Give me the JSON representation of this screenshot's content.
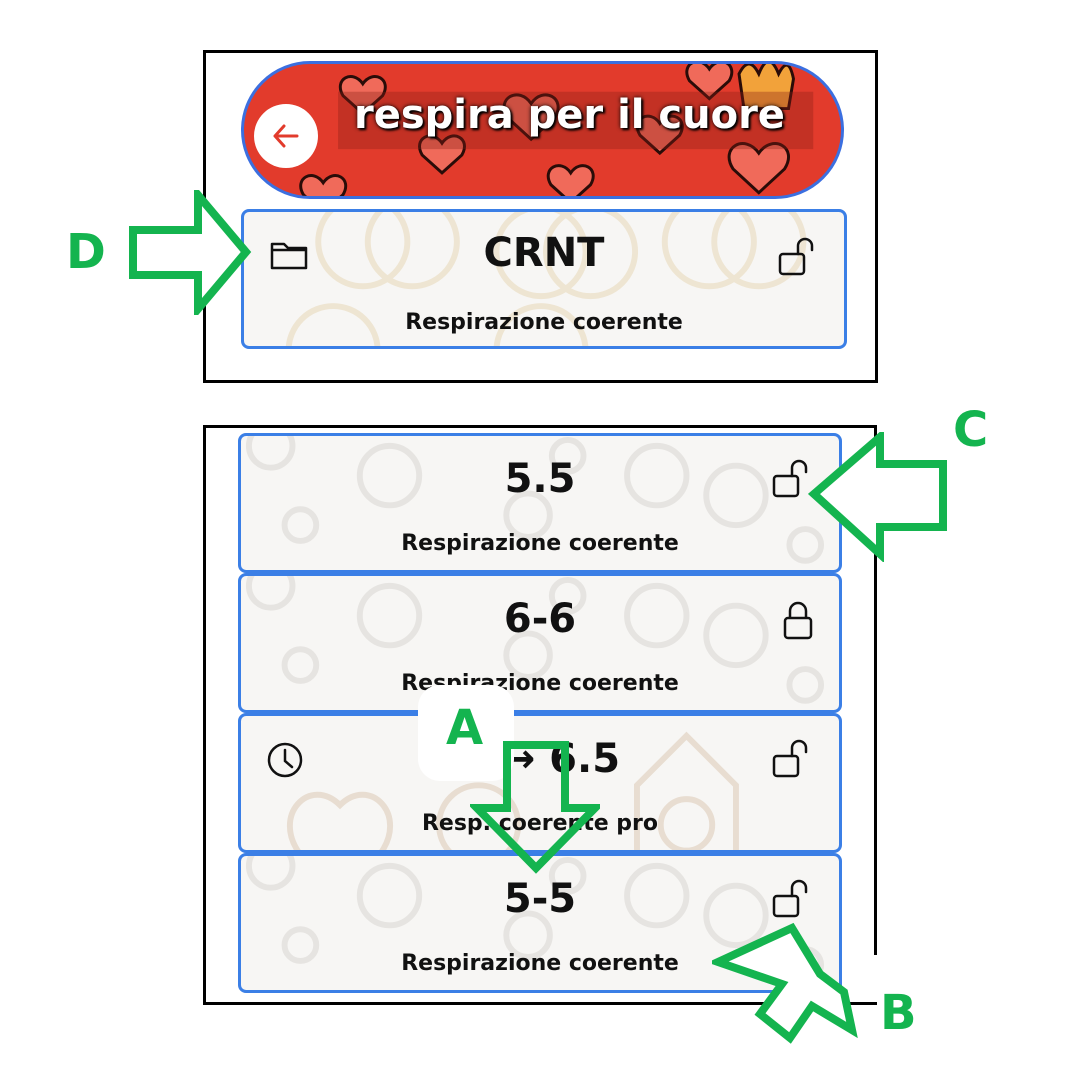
{
  "header": {
    "title": "respira per il cuore",
    "back_icon": "arrow-left-icon",
    "background_color": "#e23b2c"
  },
  "top_card": {
    "title": "CRNT",
    "subtitle": "Respirazione coerente",
    "left_icon": "folder-icon",
    "right_icon": "lock-open-icon"
  },
  "list": [
    {
      "title": "5.5",
      "subtitle": "Respirazione coerente",
      "right_icon": "lock-open-icon"
    },
    {
      "title": "6-6",
      "subtitle": "Respirazione coerente",
      "right_icon": "lock-closed-icon"
    },
    {
      "title": "4 → 6.5",
      "subtitle": "Resp. coerente pro",
      "left_icon": "clock-icon",
      "right_icon": "lock-open-icon"
    },
    {
      "title": "5-5",
      "subtitle": "Respirazione coerente",
      "right_icon": "lock-open-icon"
    }
  ],
  "annotations": {
    "a": "A",
    "b": "B",
    "c": "C",
    "d": "D",
    "color": "#14b44f"
  }
}
